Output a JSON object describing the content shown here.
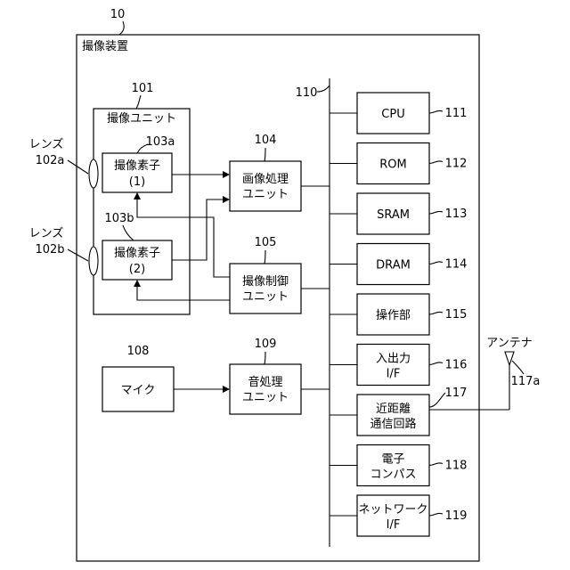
{
  "device": {
    "ref": "10",
    "title": "撮像装置"
  },
  "imaging_unit": {
    "ref": "101",
    "title": "撮像ユニット"
  },
  "lenses": [
    {
      "name": "レンズ",
      "ref": "102a"
    },
    {
      "name": "レンズ",
      "ref": "102b"
    }
  ],
  "sensors": [
    {
      "ref": "103a",
      "line1": "撮像素子",
      "line2": "(1)"
    },
    {
      "ref": "103b",
      "line1": "撮像素子",
      "line2": "(2)"
    }
  ],
  "image_processing": {
    "ref": "104",
    "line1": "画像処理",
    "line2": "ユニット"
  },
  "imaging_control": {
    "ref": "105",
    "line1": "撮像制御",
    "line2": "ユニット"
  },
  "mic": {
    "ref": "108",
    "label": "マイク"
  },
  "sound_processing": {
    "ref": "109",
    "line1": "音処理",
    "line2": "ユニット"
  },
  "bus": {
    "ref": "110"
  },
  "bus_blocks": [
    {
      "ref": "111",
      "line1": "CPU",
      "line2": ""
    },
    {
      "ref": "112",
      "line1": "ROM",
      "line2": ""
    },
    {
      "ref": "113",
      "line1": "SRAM",
      "line2": ""
    },
    {
      "ref": "114",
      "line1": "DRAM",
      "line2": ""
    },
    {
      "ref": "115",
      "line1": "操作部",
      "line2": ""
    },
    {
      "ref": "116",
      "line1": "入出力",
      "line2": "I/F"
    },
    {
      "ref": "117",
      "line1": "近距離",
      "line2": "通信回路"
    },
    {
      "ref": "118",
      "line1": "電子",
      "line2": "コンパス"
    },
    {
      "ref": "119",
      "line1": "ネットワーク",
      "line2": "I/F"
    }
  ],
  "antenna": {
    "label": "アンテナ",
    "ref": "117a"
  }
}
